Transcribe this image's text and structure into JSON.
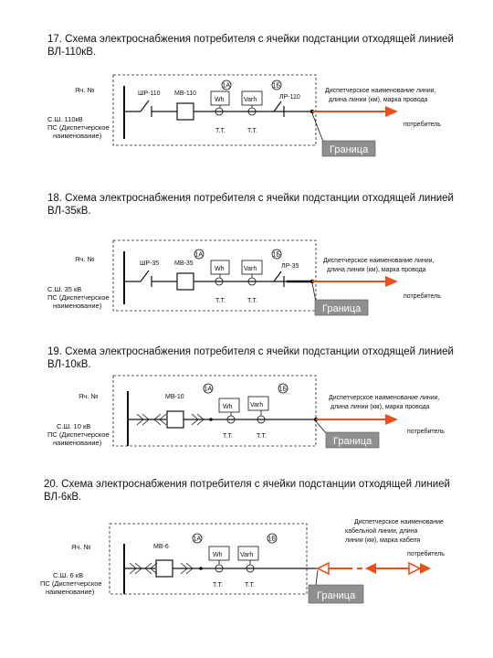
{
  "diagrams": [
    {
      "title_line1": "17. Схема электроснабжения потребителя с ячейки подстанции отходящей линией",
      "title_line2": "ВЛ-110кВ.",
      "cell_label": "Яч. №",
      "substation": [
        "С.Ш. 110кВ",
        "ПС (Диспетчерское",
        "наименование)"
      ],
      "disconnector_label": "ШР-110",
      "breaker_label": "МВ-110",
      "line_disconnector_label": "ЛР-110",
      "meter_wh": "Wh",
      "meter_varh": "Varh",
      "ct_label": "Т.Т.",
      "tag_a": "1А",
      "tag_b": "1Б",
      "line_note": [
        "Диспетчерское наименование линии,",
        "длина линии (км), марка провода"
      ],
      "consumer": "потребитель",
      "boundary": "Граница"
    },
    {
      "title_line1": "18. Схема электроснабжения потребителя с ячейки подстанции отходящей линией",
      "title_line2": "ВЛ-35кВ.",
      "cell_label": "Яч. №",
      "substation": [
        "С.Ш. 35 кВ",
        "ПС (Диспетчерское",
        "наименование)"
      ],
      "disconnector_label": "ШР-35",
      "breaker_label": "МВ-35",
      "line_disconnector_label": "ЛР-35",
      "meter_wh": "Wh",
      "meter_varh": "Varh",
      "ct_label": "Т.Т.",
      "tag_a": "1А",
      "tag_b": "1Б",
      "line_note": [
        "Диспетчерское наименование линии,",
        "длина линии (км), марка провода"
      ],
      "consumer": "потребитель",
      "boundary": "Граница"
    },
    {
      "title_line1": "19. Схема электроснабжения потребителя с ячейки подстанции отходящей линией",
      "title_line2": "ВЛ-10кВ.",
      "cell_label": "Яч. №",
      "substation": [
        "С.Ш. 10 кВ",
        "ПС (Диспетчерское",
        "наименование)"
      ],
      "breaker_label": "МВ-10",
      "meter_wh": "Wh",
      "meter_varh": "Varh",
      "ct_label": "Т.Т.",
      "tag_a": "1А",
      "tag_b": "1Б",
      "line_note": [
        "Диспетчерское наименование линии,",
        "длина линии (км), марка провода"
      ],
      "consumer": "потребитель",
      "boundary": "Граница"
    },
    {
      "title_line1": "20. Схема электроснабжения потребителя с ячейки подстанции отходящей линией",
      "title_line2": "ВЛ-6кВ.",
      "cell_label": "Яч. №",
      "substation": [
        "С.Ш. 6 кВ",
        "ПС (Диспетчерское",
        "наименование)"
      ],
      "breaker_label": "МВ-6",
      "meter_wh": "Wh",
      "meter_varh": "Varh",
      "ct_label": "Т.Т.",
      "tag_a": "1А",
      "tag_b": "1Б",
      "line_note": [
        "Диспетчерское наименование",
        "кабельной линии, длина",
        "линии (км), марка кабеля"
      ],
      "consumer": "потребитель",
      "boundary": "Граница"
    }
  ],
  "colors": {
    "line": "#e8501e",
    "boundary_box": "#8f8f8f"
  }
}
